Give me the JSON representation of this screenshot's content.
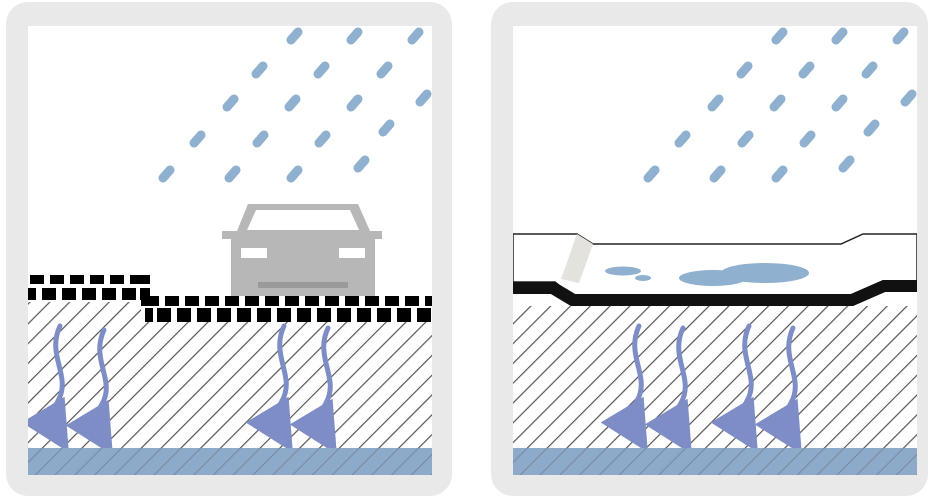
{
  "diagram": {
    "left_panel": {
      "label": "",
      "elements": [
        "rain",
        "car",
        "permeable-pavement",
        "soil",
        "infiltration-arrows",
        "groundwater"
      ]
    },
    "right_panel": {
      "label": "",
      "elements": [
        "rain",
        "impermeable-pavement",
        "surface-puddles",
        "soil",
        "infiltration-arrows",
        "groundwater"
      ]
    }
  },
  "colors": {
    "frame": "#e9e9e9",
    "rain": "#8fb0cf",
    "hatch": "#555555",
    "groundwater": "#8eaacb",
    "arrow": "#7f8dc6",
    "car": "#b7b7b7",
    "pavement": "#111111"
  }
}
